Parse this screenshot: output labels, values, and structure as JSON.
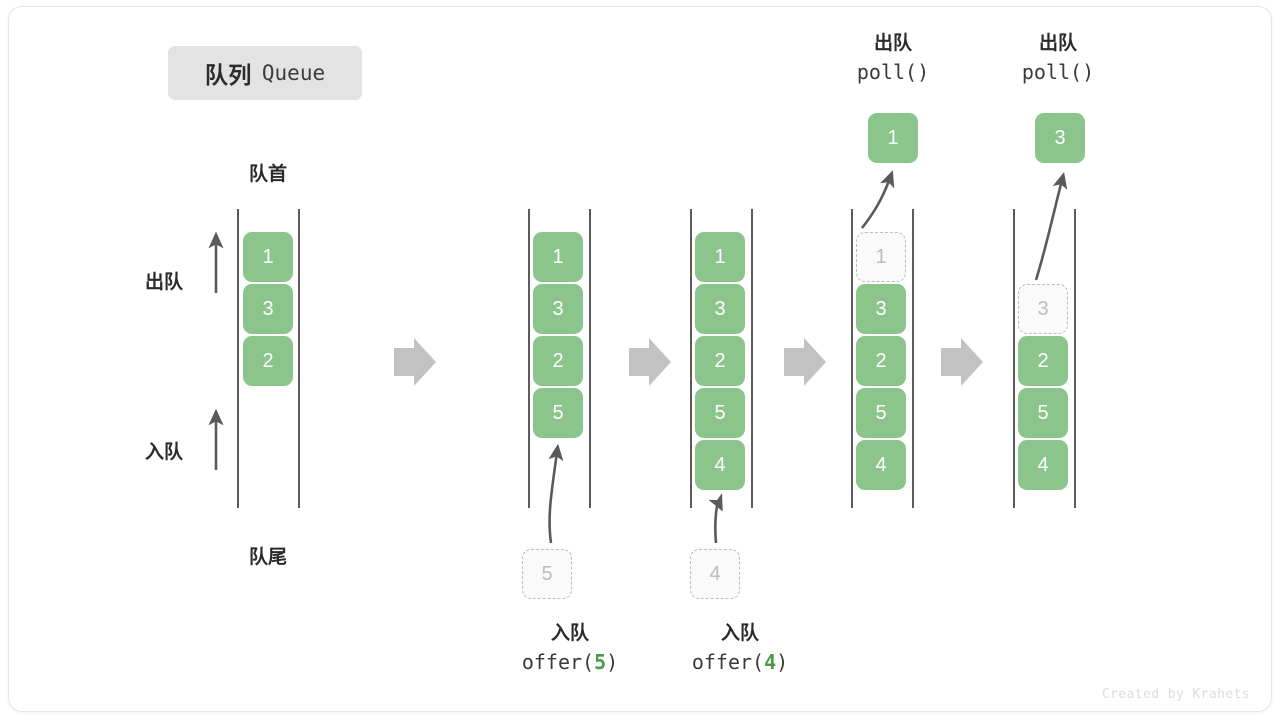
{
  "title": {
    "cn": "队列",
    "en": "Queue"
  },
  "labels": {
    "front": "队首",
    "rear": "队尾",
    "dequeue": "出队",
    "enqueue": "入队"
  },
  "operations": [
    {
      "cn": "入队",
      "fn": "offer(",
      "arg": "5",
      "close": ")"
    },
    {
      "cn": "入队",
      "fn": "offer(",
      "arg": "4",
      "close": ")"
    },
    {
      "cn": "出队",
      "fn": "poll(",
      "arg": "",
      "close": ")"
    },
    {
      "cn": "出队",
      "fn": "poll(",
      "arg": "",
      "close": ")"
    }
  ],
  "columns": [
    {
      "name": "initial",
      "items": [
        "1",
        "3",
        "2"
      ],
      "ghost": null,
      "empty_top": 0
    },
    {
      "name": "after-offer-5",
      "items": [
        "1",
        "3",
        "2",
        "5"
      ],
      "ghost": null,
      "empty_top": 0
    },
    {
      "name": "after-offer-4",
      "items": [
        "1",
        "3",
        "2",
        "5",
        "4"
      ],
      "ghost": null,
      "empty_top": 0
    },
    {
      "name": "poll-1",
      "items": [
        "3",
        "2",
        "5",
        "4"
      ],
      "ghost": "1",
      "empty_top": 0
    },
    {
      "name": "poll-3",
      "items": [
        "2",
        "5",
        "4"
      ],
      "ghost": "3",
      "empty_top": 1
    }
  ],
  "ghost_inputs": [
    {
      "value": "5"
    },
    {
      "value": "4"
    }
  ],
  "popped": [
    {
      "value": "1"
    },
    {
      "value": "3"
    }
  ],
  "watermark": "Created by Krahets",
  "colors": {
    "item_fill": "#8cc58c",
    "item_text": "#ffffff",
    "ghost_border": "#bdbdbd",
    "ghost_text": "#bcbcbc",
    "rail": "#5c5c5c",
    "arrow_big": "#c2c2c2",
    "arrow_thin": "#5a5a5a",
    "badge_bg": "#e3e3e3",
    "code_num": "#4a9a4a"
  }
}
